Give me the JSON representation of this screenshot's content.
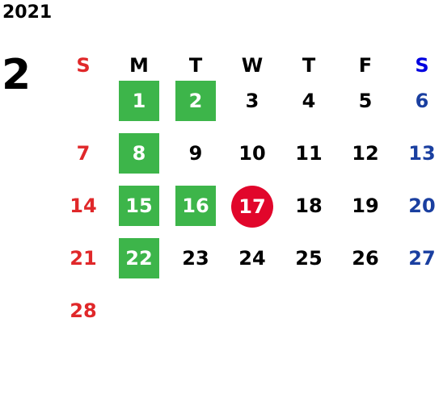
{
  "year": "2021",
  "month": "2",
  "weekdays": [
    "S",
    "M",
    "T",
    "W",
    "T",
    "F",
    "S"
  ],
  "weeks": [
    [
      "",
      "1",
      "2",
      "3",
      "4",
      "5",
      "6"
    ],
    [
      "7",
      "8",
      "9",
      "10",
      "11",
      "12",
      "13"
    ],
    [
      "14",
      "15",
      "16",
      "17",
      "18",
      "19",
      "20"
    ],
    [
      "21",
      "22",
      "23",
      "24",
      "25",
      "26",
      "27"
    ],
    [
      "28",
      "",
      "",
      "",
      "",
      "",
      ""
    ]
  ],
  "highlighted_days": [
    "1",
    "2",
    "8",
    "15",
    "16",
    "22"
  ],
  "today": "17",
  "colors": {
    "holiday_bg": "#3db54a",
    "today_bg": "#e1062b",
    "sunday": "#e0282a",
    "saturday": "#1a3fa0"
  }
}
